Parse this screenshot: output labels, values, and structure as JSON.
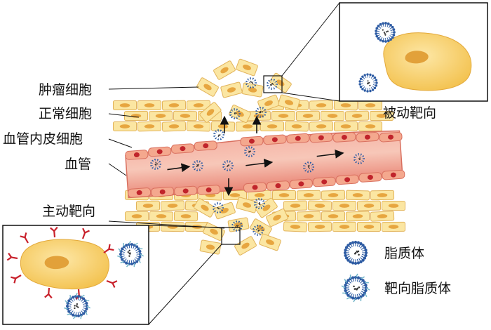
{
  "labels": {
    "tumor_cell": "肿瘤细胞",
    "normal_cell": "正常细胞",
    "endothelial_cell": "血管内皮细胞",
    "vessel": "血管",
    "passive_targeting": "被动靶向",
    "active_targeting": "主动靶向"
  },
  "legend": {
    "liposome": "脂质体",
    "targeted_liposome": "靶向脂质体"
  },
  "colors": {
    "vessel": "#ef8f82",
    "vessel_highlight": "#f8c2b5",
    "endothelial": "#f4a88e",
    "nucleus_red": "#c0242b",
    "cell_fill": "#fbe6a2",
    "cell_stroke": "#e2b35a",
    "cell_nucleus": "#e7a640",
    "liposome_blue": "#2d5ba3",
    "ligand_red": "#c8202b",
    "ligand_teal": "#6fb3c8"
  },
  "icons": [
    "liposome-icon",
    "targeted-liposome-icon",
    "arrow-icon"
  ]
}
